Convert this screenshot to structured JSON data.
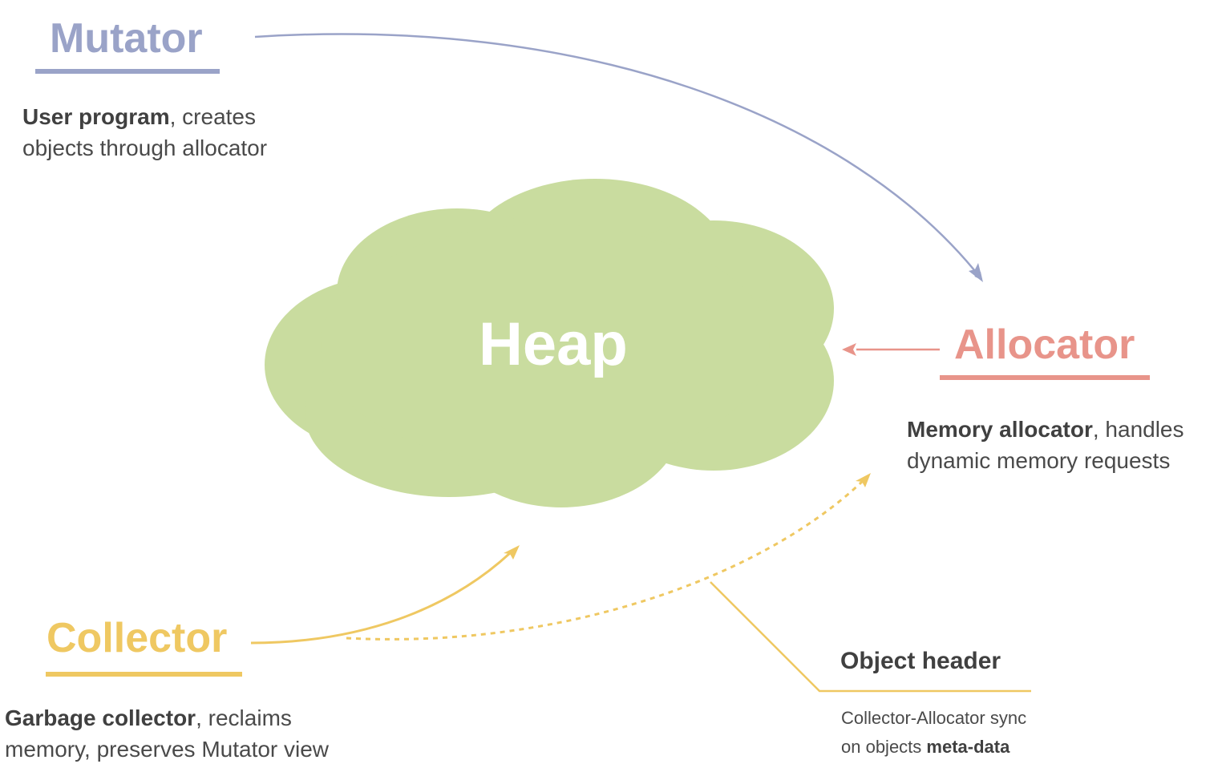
{
  "colors": {
    "mutator": "#9aa3c8",
    "allocator": "#e8948a",
    "collector": "#efc862",
    "heap": "#c9dc9f",
    "text": "#4a4a4a"
  },
  "heap": {
    "label": "Heap"
  },
  "mutator": {
    "title": "Mutator",
    "desc_bold": "User program",
    "desc_rest": ", creates",
    "desc_line2": "objects through allocator"
  },
  "allocator": {
    "title": "Allocator",
    "desc_bold": "Memory allocator",
    "desc_rest": ", handles",
    "desc_line2": "dynamic memory requests"
  },
  "collector": {
    "title": "Collector",
    "desc_bold": "Garbage collector",
    "desc_rest": ", reclaims",
    "desc_line2": "memory, preserves Mutator view"
  },
  "object_header": {
    "title": "Object header",
    "desc_line1": "Collector-Allocator sync",
    "desc_line2_plain": "on objects ",
    "desc_line2_bold": "meta-data"
  }
}
